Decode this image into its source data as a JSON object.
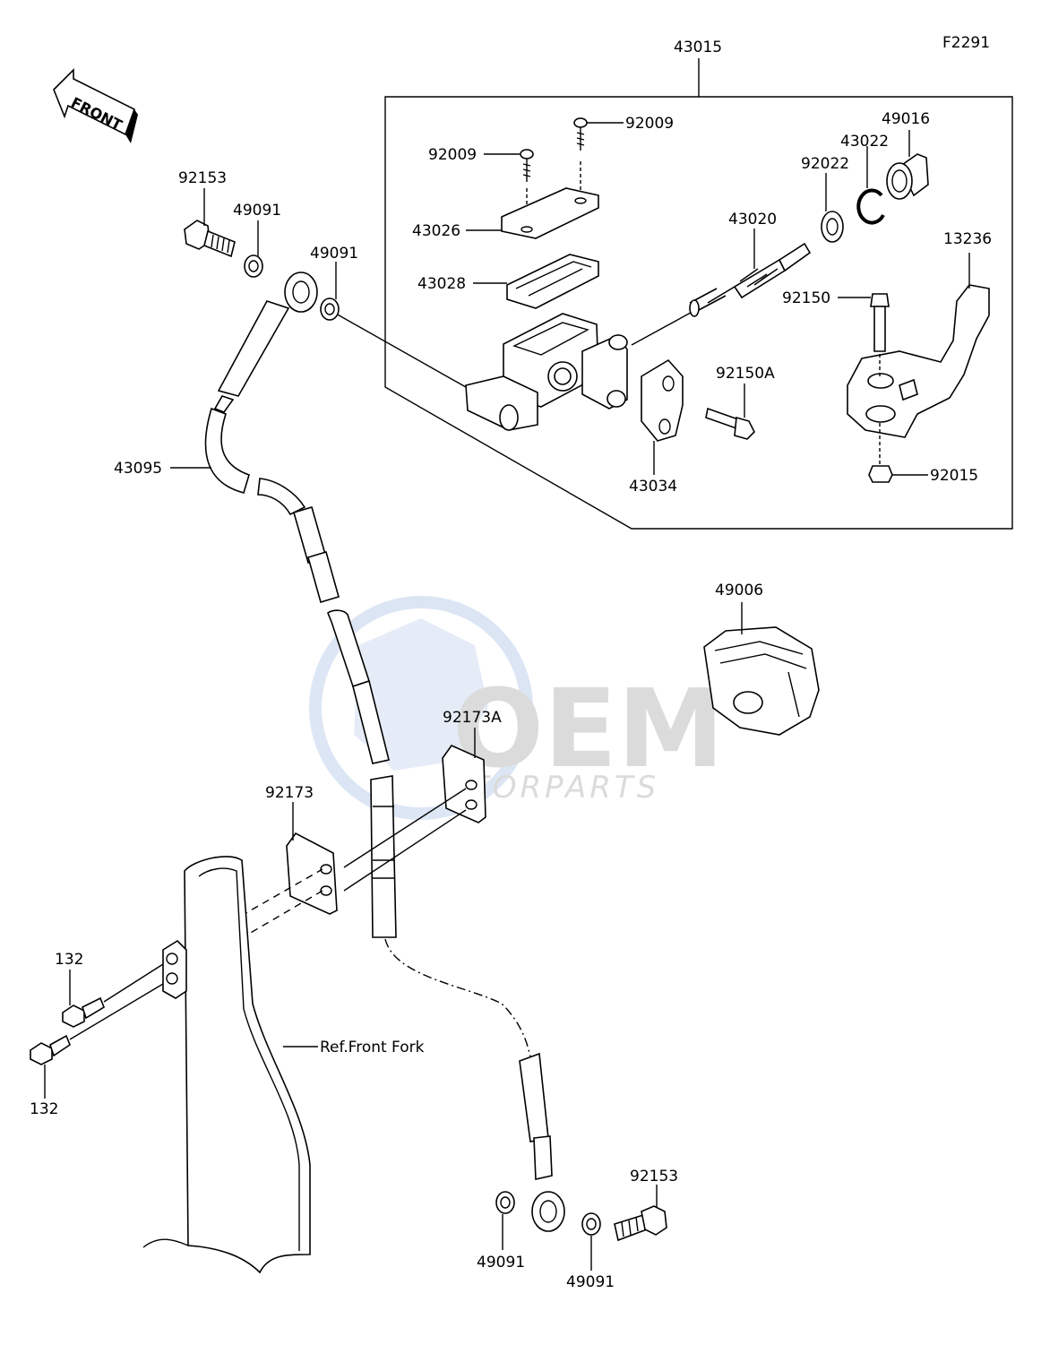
{
  "figure_code": "F2291",
  "front_label": "FRONT",
  "ref_label": "Ref.Front Fork",
  "callouts": {
    "c43015": "43015",
    "c92009a": "92009",
    "c92009b": "92009",
    "c49016": "49016",
    "c43022": "43022",
    "c92022": "92022",
    "c43026": "43026",
    "c43020": "43020",
    "c13236": "13236",
    "c43028": "43028",
    "c92150": "92150",
    "c92150A": "92150A",
    "c43034": "43034",
    "c92015": "92015",
    "c92153a": "92153",
    "c49091a": "49091",
    "c49091b": "49091",
    "c43095": "43095",
    "c49006": "49006",
    "c92173A": "92173A",
    "c92173": "92173",
    "c132a": "132",
    "c132b": "132",
    "c49091c": "49091",
    "c49091d": "49091",
    "c92153b": "92153"
  },
  "watermark": {
    "brand": "OEM",
    "sub": "TORPARTS",
    "colors": {
      "globe": "#9db6e0",
      "text": "#9a9a9a"
    }
  }
}
